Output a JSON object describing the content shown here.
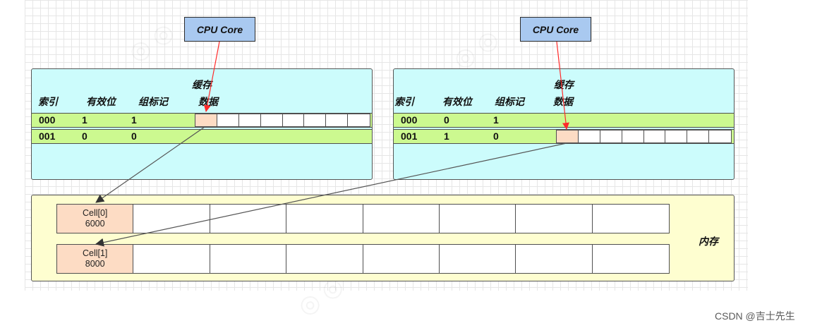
{
  "cpu_cores": [
    {
      "label": "CPU Core"
    },
    {
      "label": "CPU Core"
    }
  ],
  "caches": [
    {
      "title": "缓存",
      "headers": {
        "index": "索引",
        "valid": "有效位",
        "tag": "组标记",
        "data": "数据"
      },
      "rows": [
        {
          "index": "000",
          "valid": "1",
          "tag": "1"
        },
        {
          "index": "001",
          "valid": "0",
          "tag": "0"
        }
      ]
    },
    {
      "title": "缓存",
      "headers": {
        "index": "索引",
        "valid": "有效位",
        "tag": "组标记",
        "data": "数据"
      },
      "rows": [
        {
          "index": "000",
          "valid": "0",
          "tag": "1"
        },
        {
          "index": "001",
          "valid": "1",
          "tag": "0"
        }
      ]
    }
  ],
  "memory": {
    "label": "内存",
    "rows": [
      {
        "cell_name": "Cell[0]",
        "cell_value": "6000"
      },
      {
        "cell_name": "Cell[1]",
        "cell_value": "8000"
      }
    ]
  },
  "colors": {
    "cpu_fill": "#a9c9f0",
    "cache_fill": "#ccfcfc",
    "row_fill": "#ccf990",
    "highlight_slot": "#fddcc4",
    "memory_fill": "#fefed0",
    "red_arrow": "#ff2a2a",
    "dark_arrow": "#555555"
  },
  "footer": {
    "credit": "CSDN @吉士先生"
  }
}
